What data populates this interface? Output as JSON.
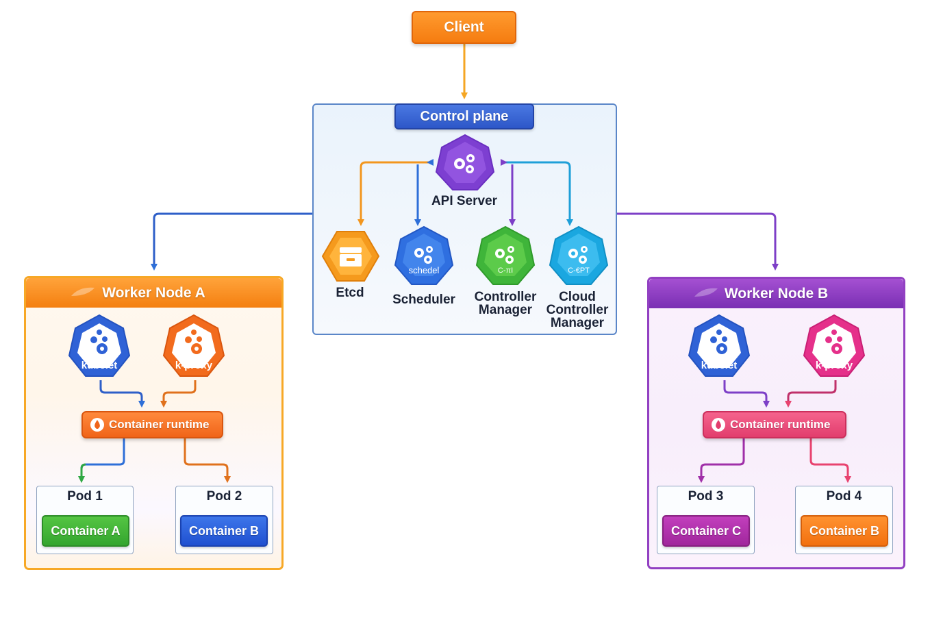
{
  "client": {
    "label": "Client"
  },
  "control_plane": {
    "title": "Control plane",
    "api_server": {
      "label": "API Server",
      "color": "#8a3fd9",
      "icon": "gears-icon"
    },
    "components": [
      {
        "label": "Etcd",
        "icon_text": "",
        "color": "#f7941d",
        "icon": "database-drawer-icon"
      },
      {
        "label": "Scheduler",
        "icon_text": "schedel",
        "color": "#2f6fe0",
        "icon": "gears-icon"
      },
      {
        "label": "Controller Manager",
        "icon_text": "C-πI",
        "color": "#3fb53a",
        "icon": "gears-icon"
      },
      {
        "label": "Cloud Controller Manager",
        "icon_text": "C-€PT",
        "color": "#1aa7e0",
        "icon": "gears-icon"
      }
    ]
  },
  "worker_nodes": [
    {
      "title": "Worker Node A",
      "accent": "#f7941d",
      "kubelet": {
        "label": "kubelet",
        "color": "#2f6fe0"
      },
      "kproxy": {
        "label": "k-proxy",
        "color": "#f26b1d"
      },
      "runtime": {
        "label": "Container runtime",
        "color": "#f26b1d"
      },
      "pods": [
        {
          "title": "Pod 1",
          "container": "Container A",
          "color": "#3fb53a"
        },
        {
          "title": "Pod 2",
          "container": "Container B",
          "color": "#2f63e0"
        }
      ]
    },
    {
      "title": "Worker Node B",
      "accent": "#8a3fbf",
      "kubelet": {
        "label": "kubelet",
        "color": "#2f6fe0"
      },
      "kproxy": {
        "label": "k-proxy",
        "color": "#e5308a"
      },
      "runtime": {
        "label": "Container runtime",
        "color": "#e8436f"
      },
      "pods": [
        {
          "title": "Pod 3",
          "container": "Container C",
          "color": "#b52fae"
        },
        {
          "title": "Pod 4",
          "container": "Container B",
          "color": "#f57c1a"
        }
      ]
    }
  ]
}
